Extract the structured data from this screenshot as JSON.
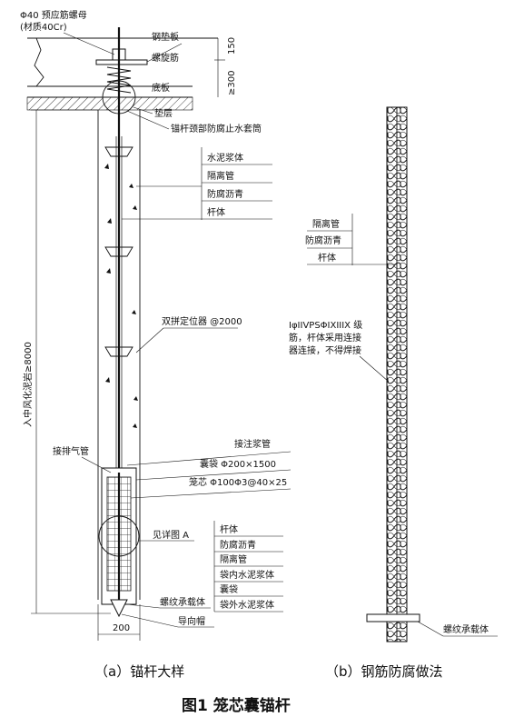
{
  "figure": {
    "title": "图1    笼芯囊锚杆",
    "caption_a": "（a）锚杆大样",
    "caption_b": "（b）钢筋防腐做法"
  },
  "panel_a": {
    "nut_label": "Φ40 预应筋螺母",
    "nut_material": "(材质40Cr)",
    "pad_plate": "钢垫板",
    "spiral_rebar": "螺旋筋",
    "base_plate": "底板",
    "cushion": "垫层",
    "sleeve": "锚杆颈部防腐止水套筒",
    "dim_150": "150",
    "dim_300": "≥300",
    "layers_top": [
      "水泥浆体",
      "隔离管",
      "防腐沥青",
      "杆体"
    ],
    "locator": "双拼定位器 @2000",
    "depth_label": "入中风化泥岩≥8000",
    "exhaust": "接排气管",
    "grout_pipe": "接注浆管",
    "bag": "囊袋 Φ200×1500",
    "cage": "笼芯 Φ100Φ3@40×25",
    "detail": "见详图 A",
    "layers_bottom": [
      "杆体",
      "防腐沥青",
      "隔离管",
      "袋内水泥浆体",
      "囊袋",
      "袋外水泥浆体"
    ],
    "thread_body": "螺纹承载体",
    "guide_cap": "导向帽",
    "dim_200": "200"
  },
  "panel_b": {
    "layers": [
      "隔离管",
      "防腐沥青",
      "杆体"
    ],
    "note_lines": [
      "IφⅠIVPSΦIXIIIX 级",
      "筋，杆体采用连接",
      "器连接，不得焊接"
    ],
    "thread_body": "螺纹承载体"
  }
}
